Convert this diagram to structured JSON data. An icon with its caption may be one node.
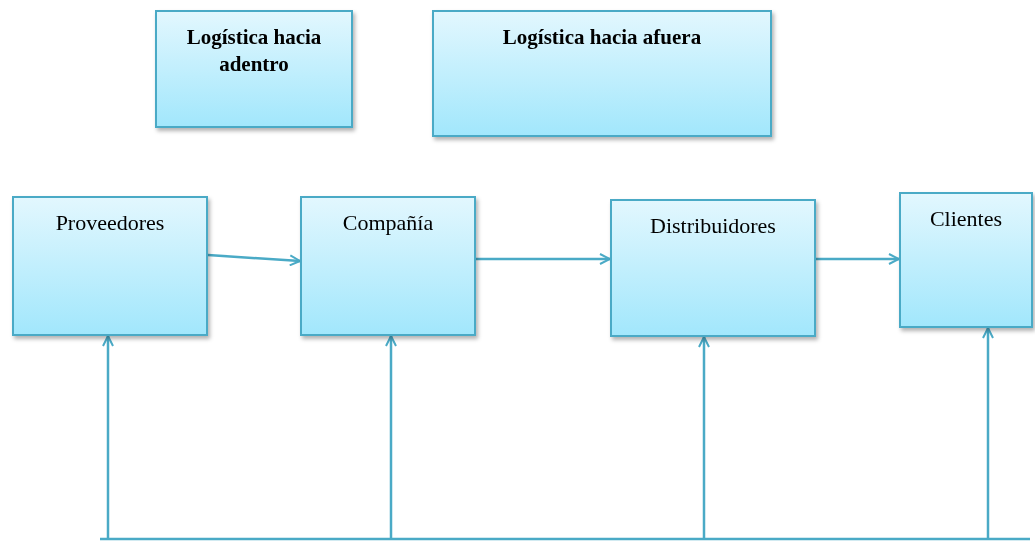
{
  "diagram": {
    "nodes": [
      {
        "text": [
          "Logística hacia adentro"
        ]
      },
      {
        "text": [
          "Logística hacia afuera"
        ]
      },
      {
        "text": [
          "Proveedores"
        ]
      },
      {
        "text": [
          "Compañía"
        ]
      },
      {
        "text": [
          "Distribuidores"
        ]
      },
      {
        "text": [
          "Clientes"
        ]
      }
    ],
    "edges": [
      {
        "from": 2,
        "to": 3,
        "arrow": "to"
      },
      {
        "from": 3,
        "to": 4,
        "arrow": "to"
      },
      {
        "from": 4,
        "to": 5,
        "arrow": "to"
      },
      {
        "from": null,
        "to": 2,
        "arrow": "to"
      },
      {
        "from": null,
        "to": 3,
        "arrow": "to"
      },
      {
        "from": null,
        "to": 4,
        "arrow": "to"
      },
      {
        "from": null,
        "to": 5,
        "arrow": "to"
      }
    ]
  }
}
